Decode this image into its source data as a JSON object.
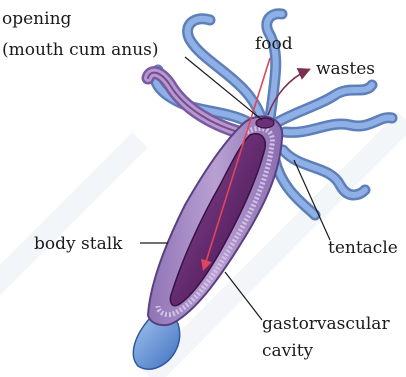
{
  "labels": {
    "opening": "opening",
    "opening_detail": "(mouth cum anus)",
    "food": "food",
    "wastes": "wastes",
    "tentacle": "tentacle",
    "body_stalk": "body stalk",
    "cavity_line1": "gastorvascular",
    "cavity_line2": "cavity"
  },
  "colors": {
    "body_wall": "#a98ac4",
    "inner_cavity": "#6b2f78",
    "tentacle": "#7e9ed6",
    "base": "#5c88cf",
    "food_arrow": "#e0465a",
    "waste_arrow": "#7a3050"
  }
}
